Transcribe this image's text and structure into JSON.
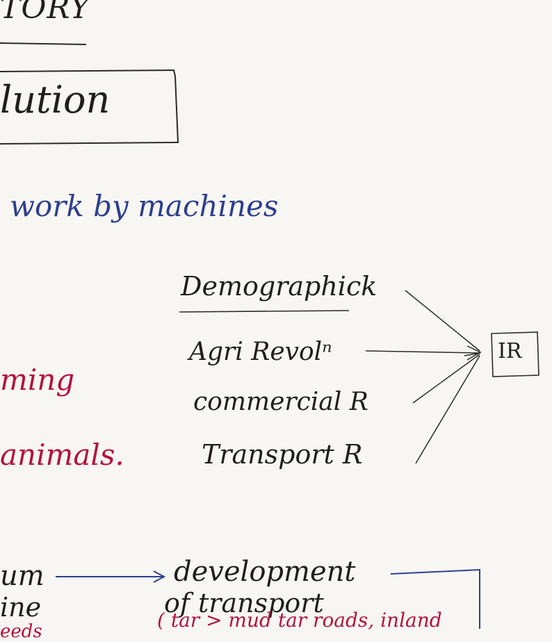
{
  "heading": {
    "title_fragment": "TORY",
    "box_fragment": "lution"
  },
  "definition": "work by machines",
  "causes": {
    "items": [
      "Demographick",
      "Agri Revolⁿ",
      "commercial R",
      "Transport R"
    ],
    "target": "IR"
  },
  "left_notes": {
    "line1": "ming",
    "line2": "animals."
  },
  "bottom": {
    "left1": "um",
    "left2": "ine",
    "left3": "eeds",
    "right1": "development",
    "right2": "of transport",
    "right3": "( tar > mud tar roads, inland"
  },
  "colors": {
    "ink_black": "#1f1f1f",
    "ink_blue": "#2d3f8f",
    "ink_red": "#b3123f",
    "paper": "#f7f6f2"
  }
}
